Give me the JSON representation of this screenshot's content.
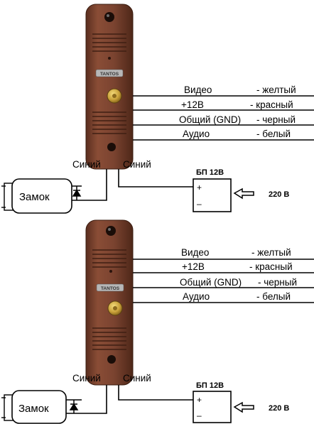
{
  "diagrams": [
    {
      "brand": "TANTOS",
      "wires": [
        {
          "name": "Видео",
          "color": "- желтый"
        },
        {
          "name": "+12В",
          "color": "- красный"
        },
        {
          "name": "Общий (GND)",
          "color": "- черный"
        },
        {
          "name": "Аудио",
          "color": "- белый"
        }
      ],
      "blue_left": "Синий",
      "blue_right": "Синий",
      "lock": "Замок",
      "psu_title": "БП 12В",
      "psu_plus": "+",
      "psu_minus": "–",
      "mains": "220 В"
    },
    {
      "brand": "TANTOS",
      "wires": [
        {
          "name": "Видео",
          "color": "- желтый"
        },
        {
          "name": "+12В",
          "color": "- красный"
        },
        {
          "name": "Общий (GND)",
          "color": "- черный"
        },
        {
          "name": "Аудио",
          "color": "- белый"
        }
      ],
      "blue_left": "Синий",
      "blue_right": "Синий",
      "lock": "Замок",
      "psu_title": "БП 12В",
      "psu_plus": "+",
      "psu_minus": "–",
      "mains": "220 В"
    }
  ],
  "colors": {
    "panel": "#7a4330",
    "panel_dark": "#4e2718",
    "button": "#c9a13a",
    "wire": "#000000"
  }
}
